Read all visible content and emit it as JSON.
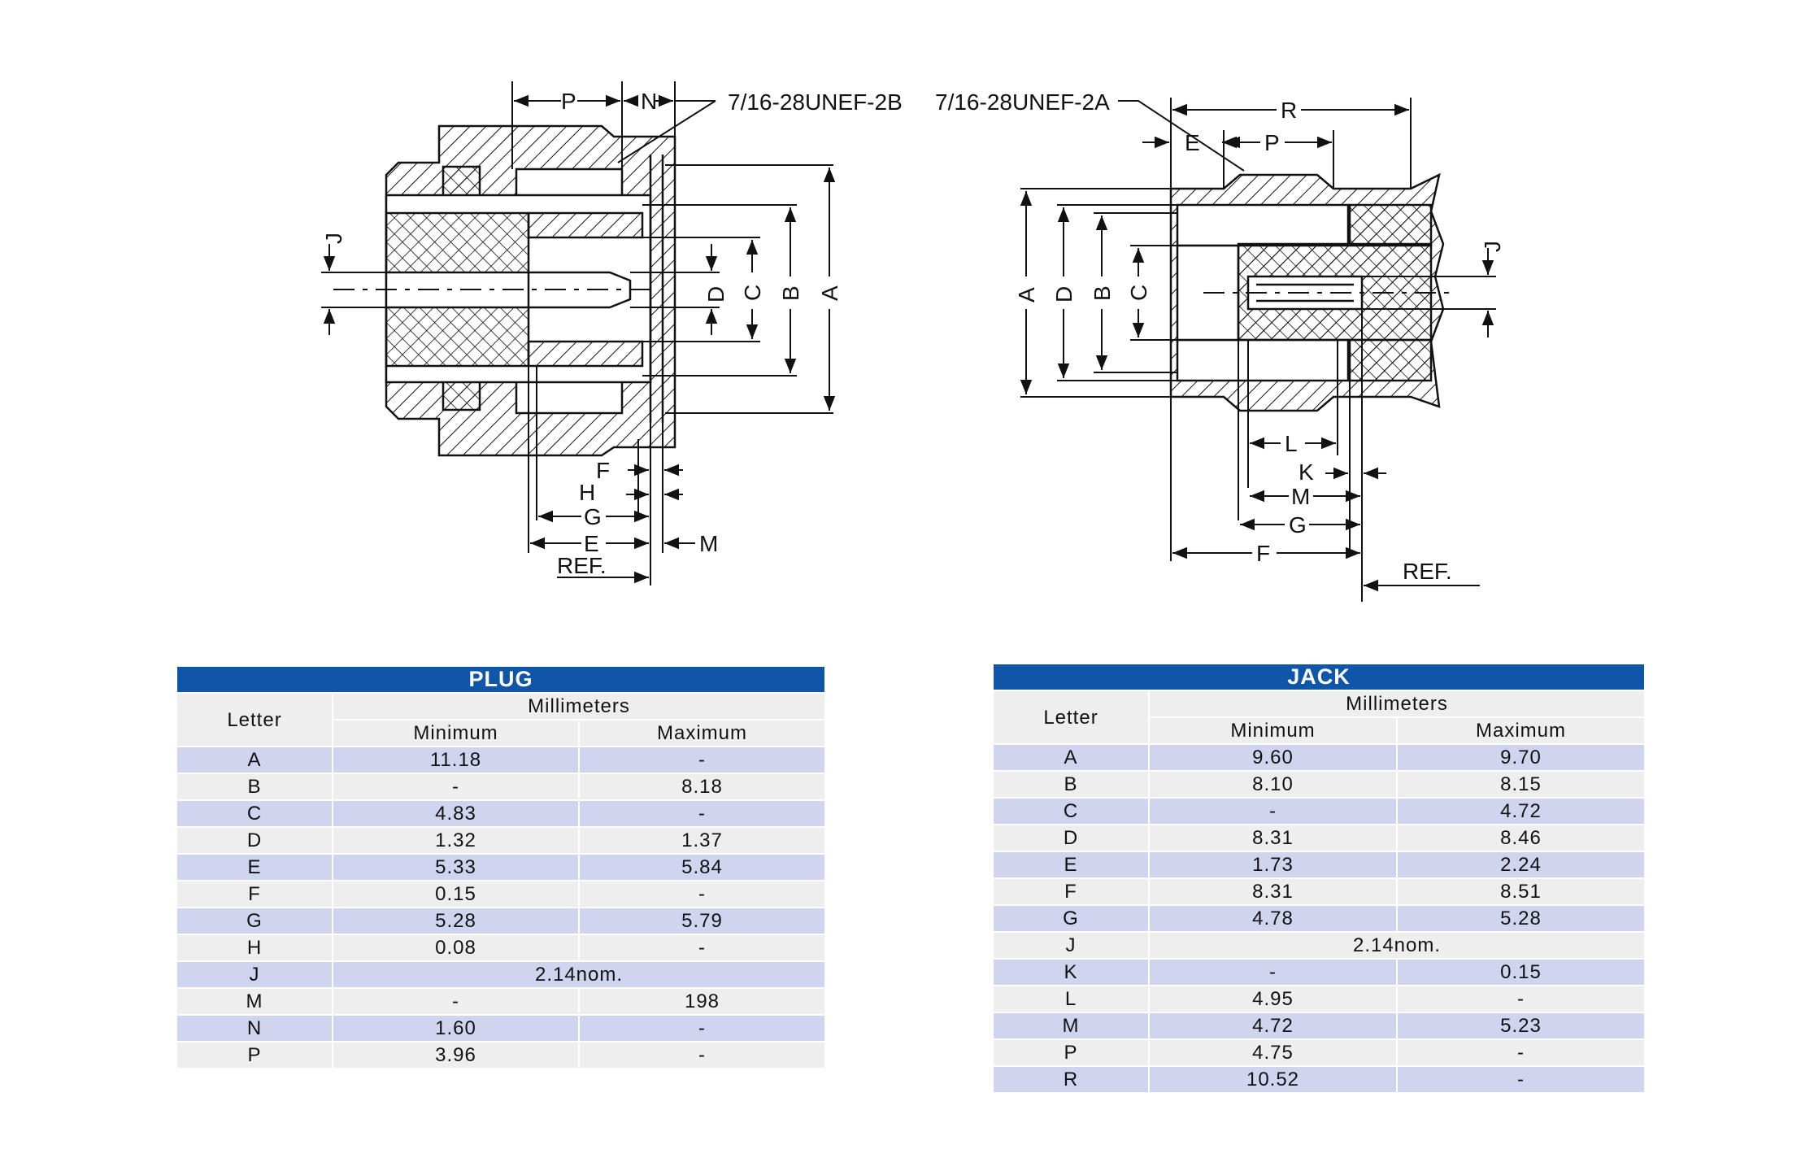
{
  "drawing": {
    "thread_plug": "7/16-28UNEF-2B",
    "thread_jack": "7/16-28UNEF-2A",
    "plug_labels": {
      "P": "P",
      "N": "N",
      "J": "J",
      "D": "D",
      "C": "C",
      "B": "B",
      "A": "A",
      "F": "F",
      "H": "H",
      "G": "G",
      "E": "E",
      "M": "M",
      "REF": "REF."
    },
    "jack_labels": {
      "R": "R",
      "E": "E",
      "P": "P",
      "A": "A",
      "D": "D",
      "B": "B",
      "C": "C",
      "J": "J",
      "L": "L",
      "K": "K",
      "M": "M",
      "G": "G",
      "F": "F",
      "REF": "REF."
    },
    "line_color": "#111111"
  },
  "plug_table": {
    "title": "PLUG",
    "letter_header": "Letter",
    "unit_header": "Millimeters",
    "min_header": "Minimum",
    "max_header": "Maximum",
    "rows": [
      {
        "letter": "A",
        "min": "11.18",
        "max": "-"
      },
      {
        "letter": "B",
        "min": "-",
        "max": "8.18"
      },
      {
        "letter": "C",
        "min": "4.83",
        "max": "-"
      },
      {
        "letter": "D",
        "min": "1.32",
        "max": "1.37"
      },
      {
        "letter": "E",
        "min": "5.33",
        "max": "5.84"
      },
      {
        "letter": "F",
        "min": "0.15",
        "max": "-"
      },
      {
        "letter": "G",
        "min": "5.28",
        "max": "5.79"
      },
      {
        "letter": "H",
        "min": "0.08",
        "max": "-"
      },
      {
        "letter": "J",
        "nom": "2.14nom."
      },
      {
        "letter": "M",
        "min": "-",
        "max": "198"
      },
      {
        "letter": "N",
        "min": "1.60",
        "max": "-"
      },
      {
        "letter": "P",
        "min": "3.96",
        "max": "-"
      }
    ]
  },
  "jack_table": {
    "title": "JACK",
    "letter_header": "Letter",
    "unit_header": "Millimeters",
    "min_header": "Minimum",
    "max_header": "Maximum",
    "rows": [
      {
        "letter": "A",
        "min": "9.60",
        "max": "9.70"
      },
      {
        "letter": "B",
        "min": "8.10",
        "max": "8.15"
      },
      {
        "letter": "C",
        "min": "-",
        "max": "4.72"
      },
      {
        "letter": "D",
        "min": "8.31",
        "max": "8.46"
      },
      {
        "letter": "E",
        "min": "1.73",
        "max": "2.24"
      },
      {
        "letter": "F",
        "min": "8.31",
        "max": "8.51"
      },
      {
        "letter": "G",
        "min": "4.78",
        "max": "5.28"
      },
      {
        "letter": "J",
        "nom": "2.14nom."
      },
      {
        "letter": "K",
        "min": "-",
        "max": "0.15"
      },
      {
        "letter": "L",
        "min": "4.95",
        "max": "-"
      },
      {
        "letter": "M",
        "min": "4.72",
        "max": "5.23"
      },
      {
        "letter": "P",
        "min": "4.75",
        "max": "-"
      },
      {
        "letter": "R",
        "min": "10.52",
        "max": "-"
      }
    ]
  },
  "colors": {
    "title_bar": "#0f55a8",
    "row_blue": "#d0d5ef",
    "row_grey": "#eeeeee"
  }
}
